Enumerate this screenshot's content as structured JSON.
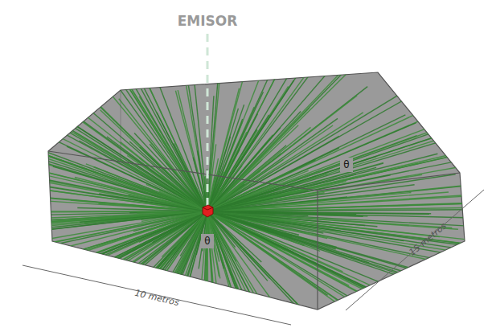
{
  "diagram": {
    "labels": [
      "EMISOR",
      "θ",
      "θ",
      "10 metros",
      "15 metros"
    ]
  }
}
